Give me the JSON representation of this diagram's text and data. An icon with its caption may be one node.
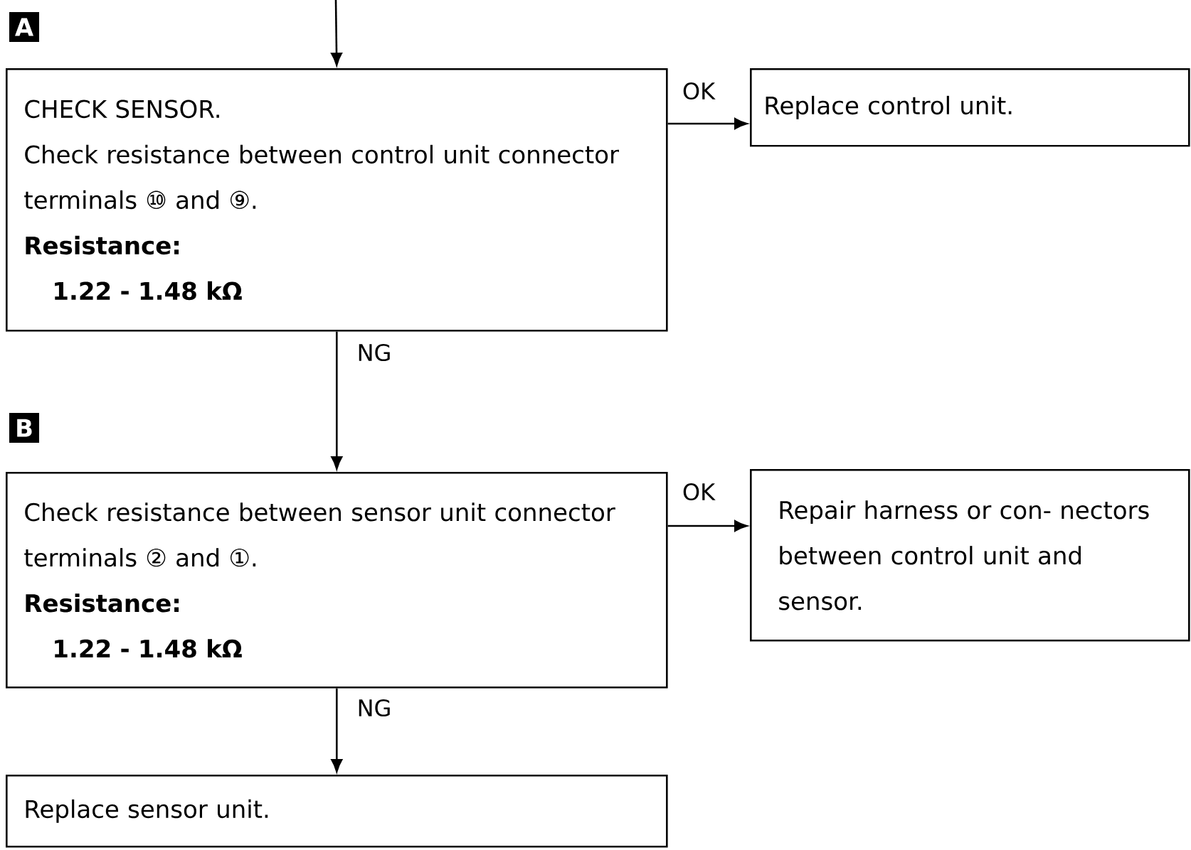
{
  "diagram": {
    "nodes": [
      {
        "text": [
          "CHECK SENSOR.",
          "Check resistance between control unit connector terminals ⑩ and ⑨.",
          "Resistance:",
          "1.22 - 1.48 kΩ"
        ],
        "beside": [
          "A"
        ]
      },
      {
        "text": [
          "Replace control unit."
        ]
      },
      {
        "text": [
          "Check resistance between sensor unit connector terminals ② and ①.",
          "Resistance:",
          "1.22 - 1.48 kΩ"
        ],
        "beside": [
          "B"
        ]
      },
      {
        "text": [
          "Repair harness or con- nectors between control unit and sensor."
        ]
      },
      {
        "text": [
          "Replace sensor unit."
        ]
      }
    ],
    "edges": [
      {
        "from": null,
        "to": 0,
        "arrow": "to"
      },
      {
        "from": 0,
        "to": 1,
        "arrow": "to",
        "label": "OK"
      },
      {
        "from": 0,
        "to": 2,
        "arrow": "to",
        "label": "NG"
      },
      {
        "from": 2,
        "to": 3,
        "arrow": "to",
        "label": "OK"
      },
      {
        "from": 2,
        "to": 4,
        "arrow": "to",
        "label": "NG"
      }
    ]
  }
}
